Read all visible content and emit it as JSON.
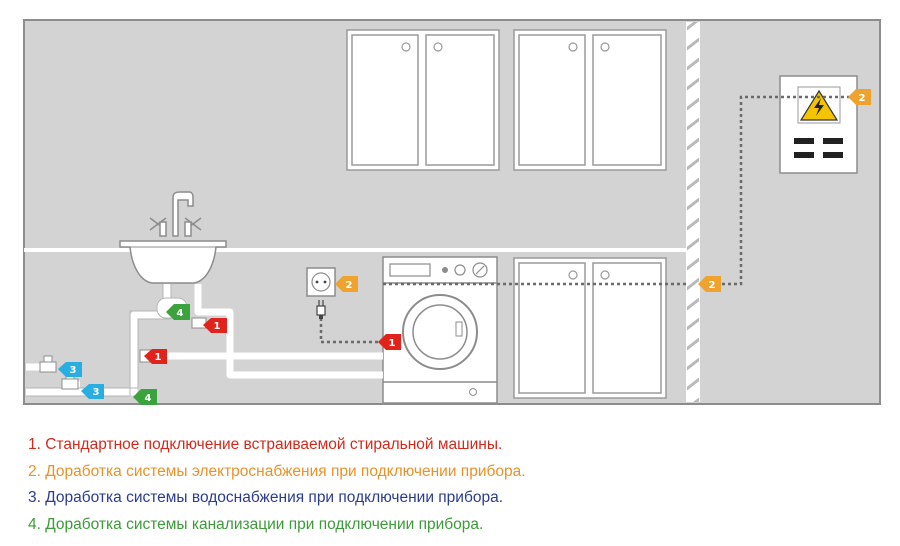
{
  "colors": {
    "wall": "#d3d3d3",
    "wall_border": "#8c8c8c",
    "divider": "#ffffff",
    "cabinet": "#ffffff",
    "cabinet_line": "#9a9a9a",
    "pipe": "#ffffff",
    "cable": "#6a6a6a",
    "tag_1": "#e0241b",
    "tag_2": "#f0a22e",
    "tag_3": "#29aee1",
    "tag_4": "#3aa33e",
    "warning_sign": "#f5c400",
    "legend_1": "#d32a1c",
    "legend_2": "#e8922a",
    "legend_3": "#2a3d8f",
    "legend_4": "#3d9a3a"
  },
  "tags": {
    "sink_drain": "4",
    "sink_supply": "1",
    "pipe_supply": "1",
    "cold_valve": "3",
    "hot_valve": "3",
    "floor_drain": "4",
    "outlet": "2",
    "washer_plug": "1",
    "electrical_panel": "2",
    "wall_cable": "2"
  },
  "legend": [
    "1. Стандартное подключение встраиваемой стиральной машины.",
    "2. Доработка системы электроснабжения при подключении прибора.",
    "3. Доработка системы водоснабжения при подключении прибора.",
    "4. Доработка системы канализации при подключении прибора."
  ]
}
